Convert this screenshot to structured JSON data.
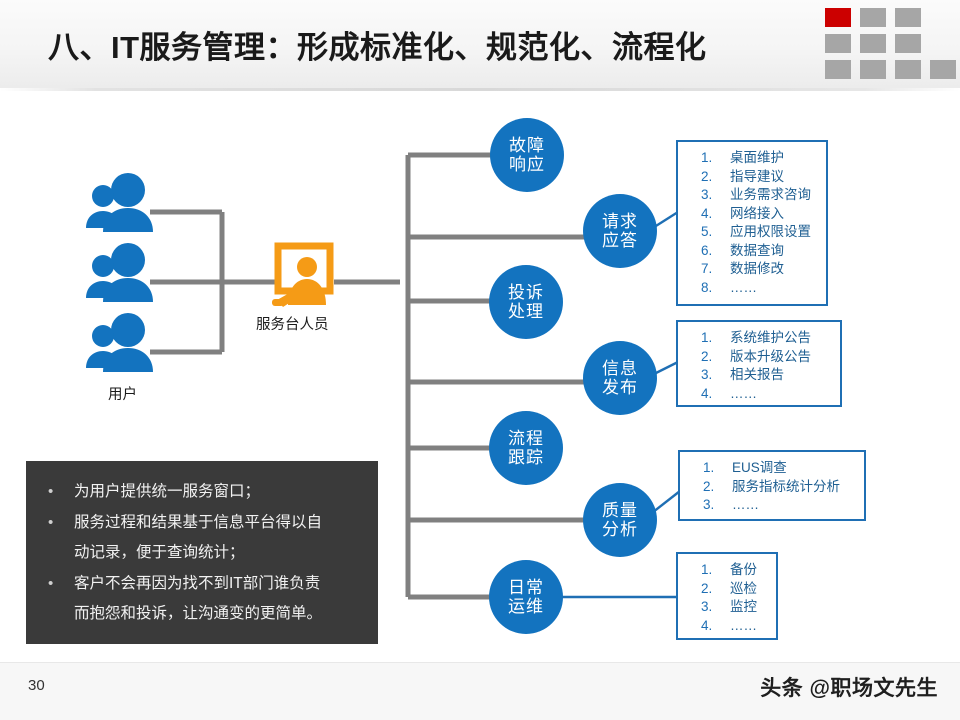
{
  "slide": {
    "title": "八、IT服务管理：形成标准化、规范化、流程化",
    "page_number": "30",
    "watermark": "头条 @职场文先生",
    "accent_blue": "#1373bf",
    "accent_orange": "#f59b16",
    "accent_red": "#cc0000",
    "line_gray": "#808080",
    "callout_bg": "#3a3a3a"
  },
  "left": {
    "users_label": "用户",
    "desk_label": "服务台人员",
    "user_icon_count": 3
  },
  "nodes": [
    {
      "id": "node-fault",
      "line1": "故障",
      "line2": "响应"
    },
    {
      "id": "node-request",
      "line1": "请求",
      "line2": "应答"
    },
    {
      "id": "node-complaint",
      "line1": "投诉",
      "line2": "处理"
    },
    {
      "id": "node-info",
      "line1": "信息",
      "line2": "发布"
    },
    {
      "id": "node-process",
      "line1": "流程",
      "line2": "跟踪"
    },
    {
      "id": "node-quality",
      "line1": "质量",
      "line2": "分析"
    },
    {
      "id": "node-ops",
      "line1": "日常",
      "line2": "运维"
    }
  ],
  "listboxes": [
    {
      "id": "listbox-request",
      "items": [
        "桌面维护",
        "指导建议",
        "业务需求咨询",
        "网络接入",
        "应用权限设置",
        "数据查询",
        "数据修改",
        "……"
      ]
    },
    {
      "id": "listbox-info",
      "items": [
        "系统维护公告",
        "版本升级公告",
        "相关报告",
        "……"
      ]
    },
    {
      "id": "listbox-quality",
      "items": [
        "EUS调查",
        "服务指标统计分析",
        "……"
      ]
    },
    {
      "id": "listbox-ops",
      "items": [
        "备份",
        "巡检",
        "监控",
        "……"
      ]
    }
  ],
  "callout": {
    "bullet_char": "•",
    "items": [
      "为用户提供统一服务窗口；",
      "服务过程和结果基于信息平台得以自\n动记录，便于查询统计；",
      "客户不会再因为找不到IT部门谁负责\n而抱怨和投诉，让沟通变的更简单。"
    ]
  },
  "decor_squares": {
    "red_index": 0,
    "rows": [
      3,
      3,
      4
    ]
  }
}
